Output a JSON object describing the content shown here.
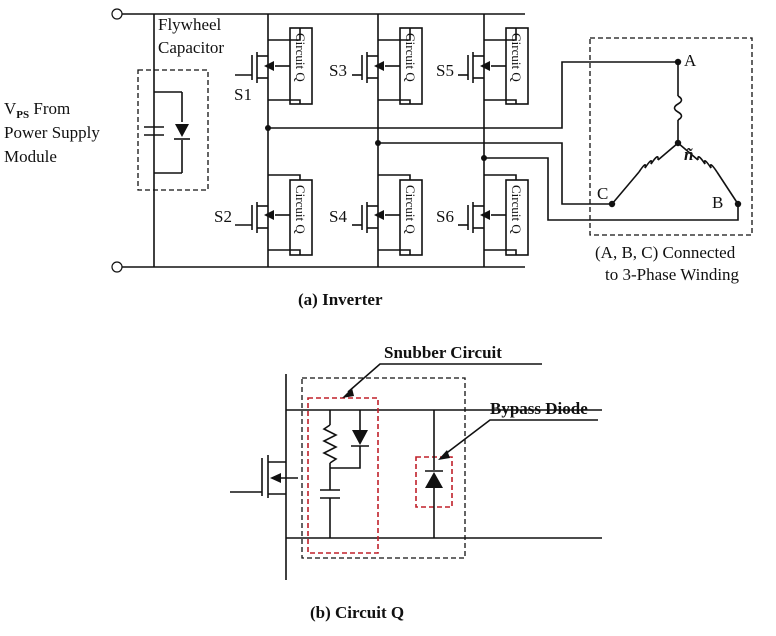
{
  "labels": {
    "flywheel_line1": "Flywheel",
    "flywheel_line2": "Capacitor",
    "vps_main": "V",
    "vps_sub": "PS",
    "vps_rest": " From",
    "power_supply": "Power Supply",
    "module": "Module",
    "circuit_q": "Circuit Q",
    "s1": "S1",
    "s2": "S2",
    "s3": "S3",
    "s4": "S4",
    "s5": "S5",
    "s6": "S6",
    "node_a": "A",
    "node_b": "B",
    "node_c": "C",
    "neutral": "ñ",
    "winding_line1": "(A, B, C) Connected",
    "winding_line2": "to 3-Phase Winding",
    "caption_a": "(a) Inverter",
    "snubber": "Snubber Circuit",
    "bypass": "Bypass Diode",
    "caption_b": "(b) Circuit Q"
  },
  "colors": {
    "wire": "#111111",
    "highlight_dash": "#c0202a",
    "background": "#ffffff"
  }
}
